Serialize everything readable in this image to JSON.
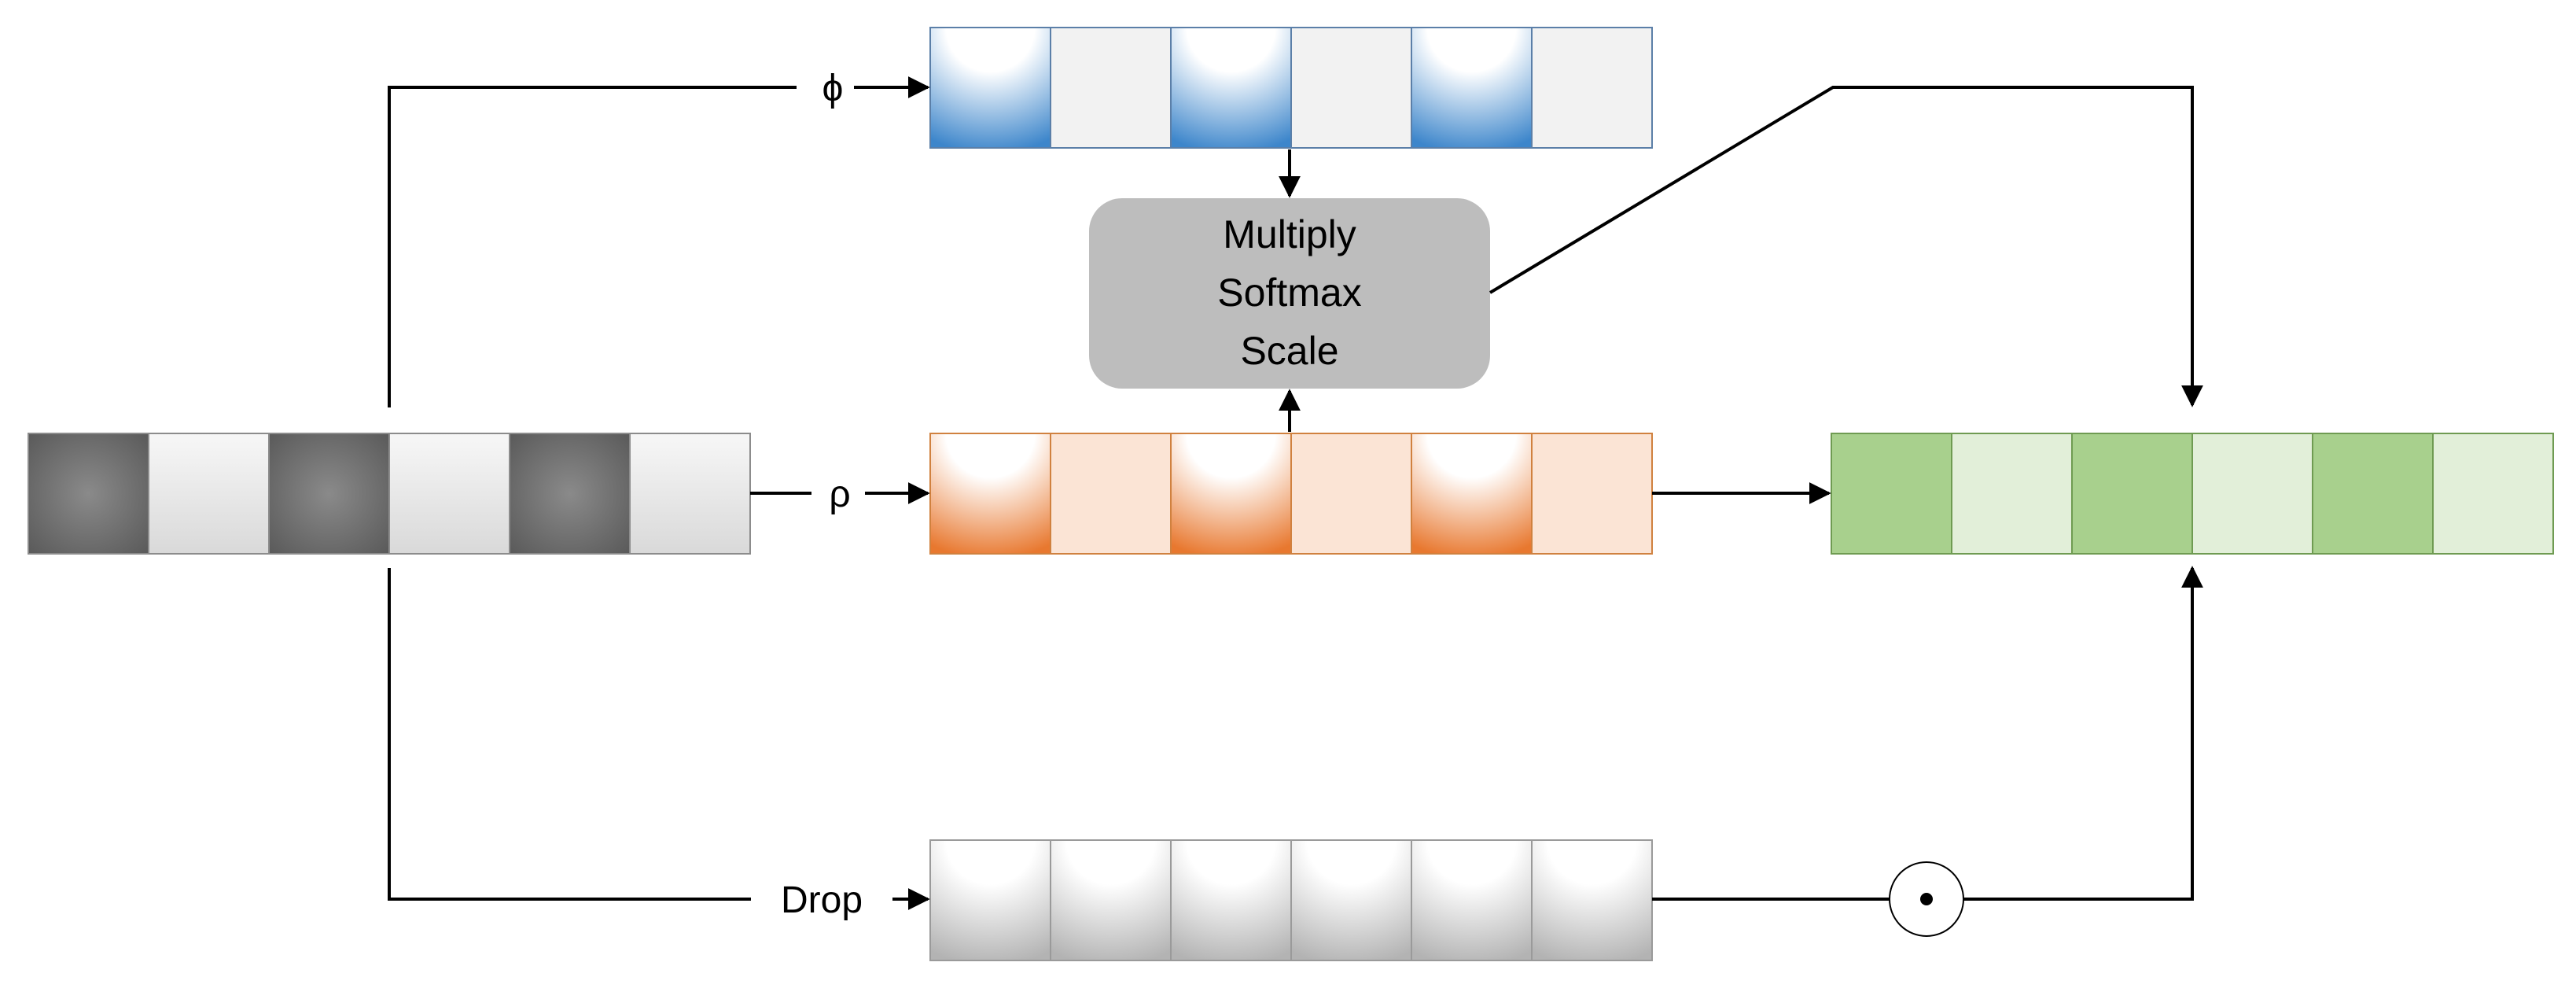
{
  "labels": {
    "phi": "ϕ",
    "rho": "ρ",
    "drop": "Drop",
    "op_line1": "Multiply",
    "op_line2": "Softmax",
    "op_line3": "Scale",
    "hadamard_symbol": "⊙"
  },
  "colors": {
    "input_dark": "#6e6e6e",
    "input_light": "#e6e6e6",
    "blue_accent": "#3d86cb",
    "blue_light": "#f2f2f2",
    "orange_accent": "#e8782f",
    "orange_light": "#fbe4d5",
    "green_accent": "#a8d08d",
    "green_light": "#e2efd9",
    "gray_block": "#bdbdbd",
    "drop_cell": "#b8b8b8",
    "line": "#000000"
  },
  "sequences": {
    "input": [
      "dark",
      "light",
      "dark",
      "light",
      "dark",
      "light"
    ],
    "phi": [
      "accent",
      "light",
      "accent",
      "light",
      "accent",
      "light"
    ],
    "rho": [
      "accent",
      "light",
      "accent",
      "light",
      "accent",
      "light"
    ],
    "output": [
      "accent",
      "light",
      "accent",
      "light",
      "accent",
      "light"
    ],
    "drop": [
      "cell",
      "cell",
      "cell",
      "cell",
      "cell",
      "cell"
    ]
  }
}
